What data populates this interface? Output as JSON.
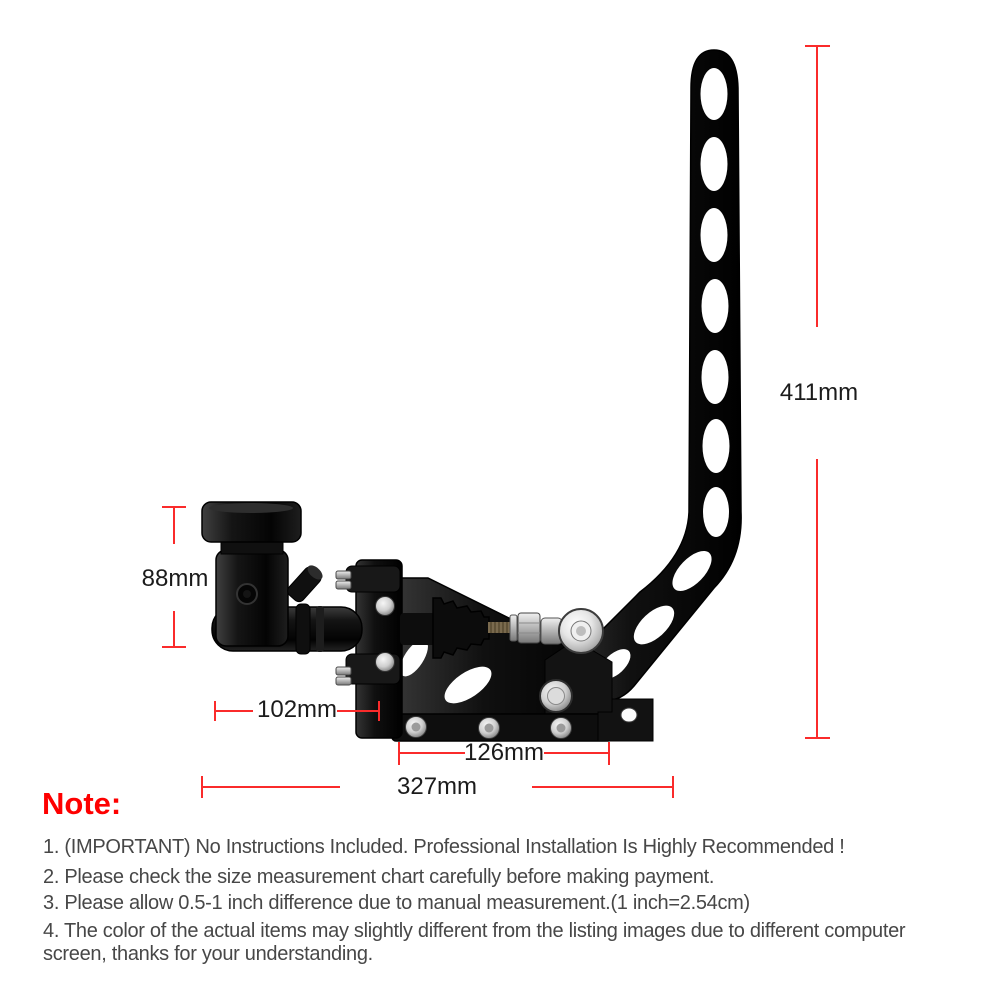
{
  "colors": {
    "background": "#ffffff",
    "dimension_line_red": "#fa2b2b",
    "dimension_text": "#1b1b1b",
    "note_heading_red": "#fe0000",
    "note_text": "#474747",
    "product_black": "#101010",
    "hardware_silver": "#cccccc"
  },
  "dimensions": {
    "lever_height": {
      "label": "411mm"
    },
    "reservoir_height": {
      "label": "88mm"
    },
    "cylinder_width": {
      "label": "102mm"
    },
    "base_width": {
      "label": "126mm"
    },
    "total_width": {
      "label": "327mm"
    }
  },
  "note": {
    "heading": "Note:",
    "lines": [
      "1. (IMPORTANT) No Instructions Included. Professional Installation Is Highly Recommended !",
      "2. Please check the size measurement chart carefully before making payment.",
      "3. Please allow 0.5-1 inch difference due to manual measurement.(1 inch=2.54cm)",
      "4. The color of the actual items may slightly different from the listing images due to different computer",
      "screen, thanks for your understanding."
    ]
  }
}
